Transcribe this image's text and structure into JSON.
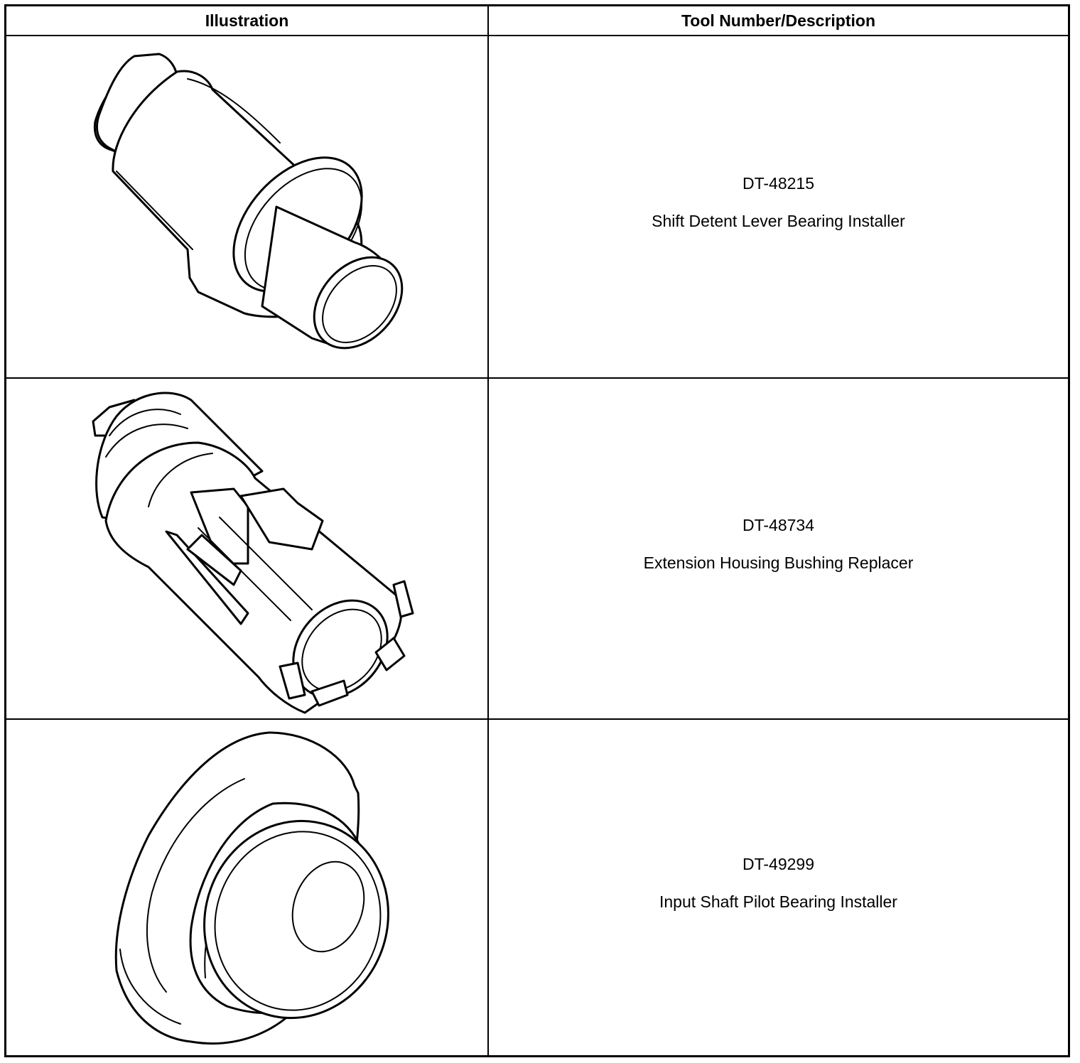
{
  "table": {
    "header": {
      "illustration": "Illustration",
      "tool_number_description": "Tool Number/Description"
    },
    "rows": [
      {
        "tool_number": "DT-48215",
        "description": "Shift Detent Lever Bearing Installer",
        "illustration_icon": "bearing-installer-icon"
      },
      {
        "tool_number": "DT-48734",
        "description": "Extension Housing Bushing Replacer",
        "illustration_icon": "bushing-replacer-icon"
      },
      {
        "tool_number": "DT-49299",
        "description": "Input Shaft Pilot Bearing Installer",
        "illustration_icon": "pilot-bearing-installer-icon"
      }
    ]
  }
}
